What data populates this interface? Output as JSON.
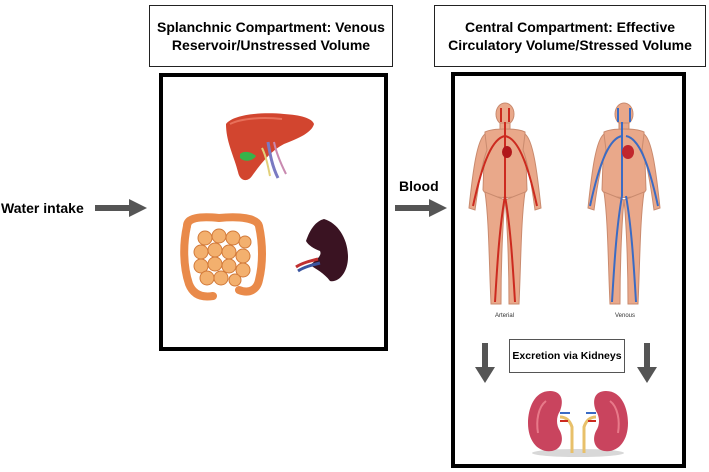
{
  "splanchnic": {
    "title": "Splanchnic Compartment: Venous Reservoir/Unstressed Volume",
    "organs": [
      "liver-icon",
      "intestine-icon",
      "spleen-icon"
    ]
  },
  "central": {
    "title": "Central Compartment: Effective Circulatory Volume/Stressed Volume",
    "arterial_caption": "Arterial",
    "venous_caption": "Venous",
    "excretion_label": "Excretion via Kidneys"
  },
  "flow": {
    "water_intake": "Water intake",
    "blood": "Blood"
  },
  "colors": {
    "arrow": "#555555",
    "skin": "#e9a88a",
    "artery": "#cc2a1f",
    "vein": "#3a6bc4",
    "liver": "#d2452f",
    "intestine": "#f0a35e",
    "spleen": "#3a1322",
    "kidney": "#c9445e"
  }
}
